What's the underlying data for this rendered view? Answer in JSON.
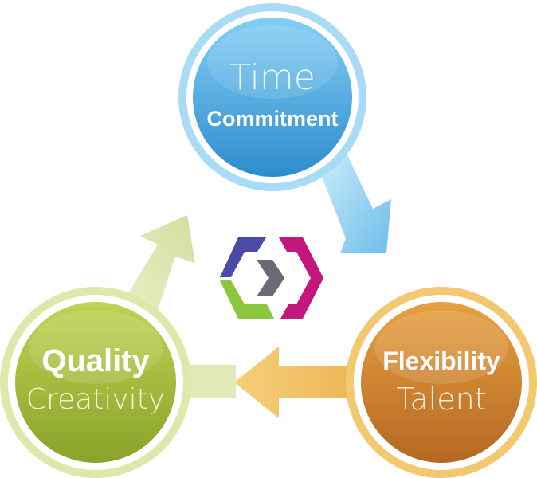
{
  "nodes": {
    "time": {
      "line1": "Time",
      "line2": "Commitment"
    },
    "quality": {
      "line1": "Quality",
      "line2": "Creativity"
    },
    "flexibility": {
      "line1": "Flexibility",
      "line2": "Talent"
    }
  },
  "colors": {
    "time_fill_top": "#7cc9f2",
    "time_fill_bottom": "#2f8fd0",
    "time_ring": "#a9dcf6",
    "quality_fill_top": "#b7cf4c",
    "quality_fill_bottom": "#8fa62c",
    "quality_ring": "#dce7a6",
    "flex_fill_top": "#e39a3a",
    "flex_fill_bottom": "#b86c24",
    "flex_ring": "#f0c46e",
    "logo_blue": "#4a4aa8",
    "logo_magenta": "#c4177e",
    "logo_green": "#8cc63e",
    "logo_gray": "#6b6b78"
  },
  "icons": {
    "center_logo": "hexagon-chevron-logo-icon"
  }
}
